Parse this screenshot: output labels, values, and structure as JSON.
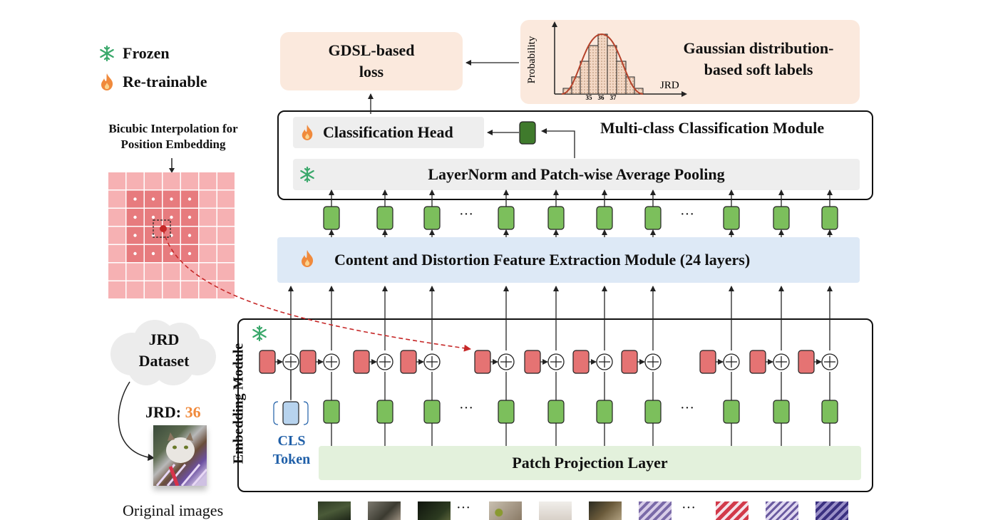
{
  "legend": {
    "frozen_label": "Frozen",
    "retrainable_label": "Re-trainable"
  },
  "bicubic": {
    "title_line1": "Bicubic Interpolation for",
    "title_line2": "Position Embedding"
  },
  "dataset": {
    "name_line1": "JRD",
    "name_line2": "Dataset",
    "jrd_label": "JRD: ",
    "jrd_value": "36",
    "caption": "Original images"
  },
  "loss": {
    "line1": "GDSL-based",
    "line2": "loss"
  },
  "soft_labels": {
    "line1": "Gaussian distribution-",
    "line2": "based soft labels",
    "ylabel": "Probability",
    "xlabel": "JRD",
    "ticks": [
      "35",
      "36",
      "37"
    ]
  },
  "classification": {
    "module_title": "Multi-class Classification Module",
    "head_label": "Classification Head",
    "pooling_label": "LayerNorm and Patch-wise Average Pooling"
  },
  "feature_extraction": {
    "label": "Content and Distortion Feature Extraction Module (24 layers)"
  },
  "embedding": {
    "module_label": "Embedding Module",
    "cls_line1": "CLS",
    "cls_line2": "Token",
    "projection_label": "Patch Projection Layer",
    "ellipsis": "···"
  },
  "colors": {
    "green_token": "#7cbf5c",
    "red_token": "#e57373",
    "blue_token": "#b7d3ee",
    "loss_bg": "#fbe9dd",
    "feature_bg": "#dde9f6",
    "projection_bg": "#e3f1dc",
    "pooling_bg": "#eeeeee",
    "accent_orange": "#f08a3c",
    "cls_blue": "#1f5fa8",
    "snow_green": "#3aa86b"
  }
}
